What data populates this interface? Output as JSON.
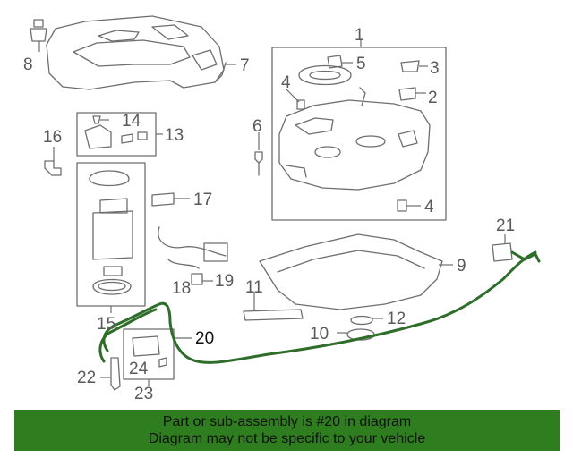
{
  "diagram": {
    "colors": {
      "line": "#6e6e6e",
      "highlight": "#2f6d2a",
      "banner_bg": "#2e7d1f"
    },
    "callouts": [
      {
        "id": "c1",
        "text": "1"
      },
      {
        "id": "c2",
        "text": "2"
      },
      {
        "id": "c3",
        "text": "3"
      },
      {
        "id": "c4a",
        "text": "4"
      },
      {
        "id": "c4b",
        "text": "4"
      },
      {
        "id": "c5",
        "text": "5"
      },
      {
        "id": "c6",
        "text": "6"
      },
      {
        "id": "c7",
        "text": "7"
      },
      {
        "id": "c8",
        "text": "8"
      },
      {
        "id": "c9",
        "text": "9"
      },
      {
        "id": "c10",
        "text": "10"
      },
      {
        "id": "c11",
        "text": "11"
      },
      {
        "id": "c12",
        "text": "12"
      },
      {
        "id": "c13",
        "text": "13"
      },
      {
        "id": "c14",
        "text": "14"
      },
      {
        "id": "c15",
        "text": "15"
      },
      {
        "id": "c16",
        "text": "16"
      },
      {
        "id": "c17",
        "text": "17"
      },
      {
        "id": "c18",
        "text": "18"
      },
      {
        "id": "c19",
        "text": "19"
      },
      {
        "id": "c20",
        "text": "20"
      },
      {
        "id": "c21",
        "text": "21"
      },
      {
        "id": "c22",
        "text": "22"
      },
      {
        "id": "c23",
        "text": "23"
      },
      {
        "id": "c24",
        "text": "24"
      }
    ],
    "highlighted_part": "20"
  },
  "banner": {
    "line1": "Part or sub-assembly is #20 in diagram",
    "line2": "Diagram may not be specific to your vehicle"
  }
}
